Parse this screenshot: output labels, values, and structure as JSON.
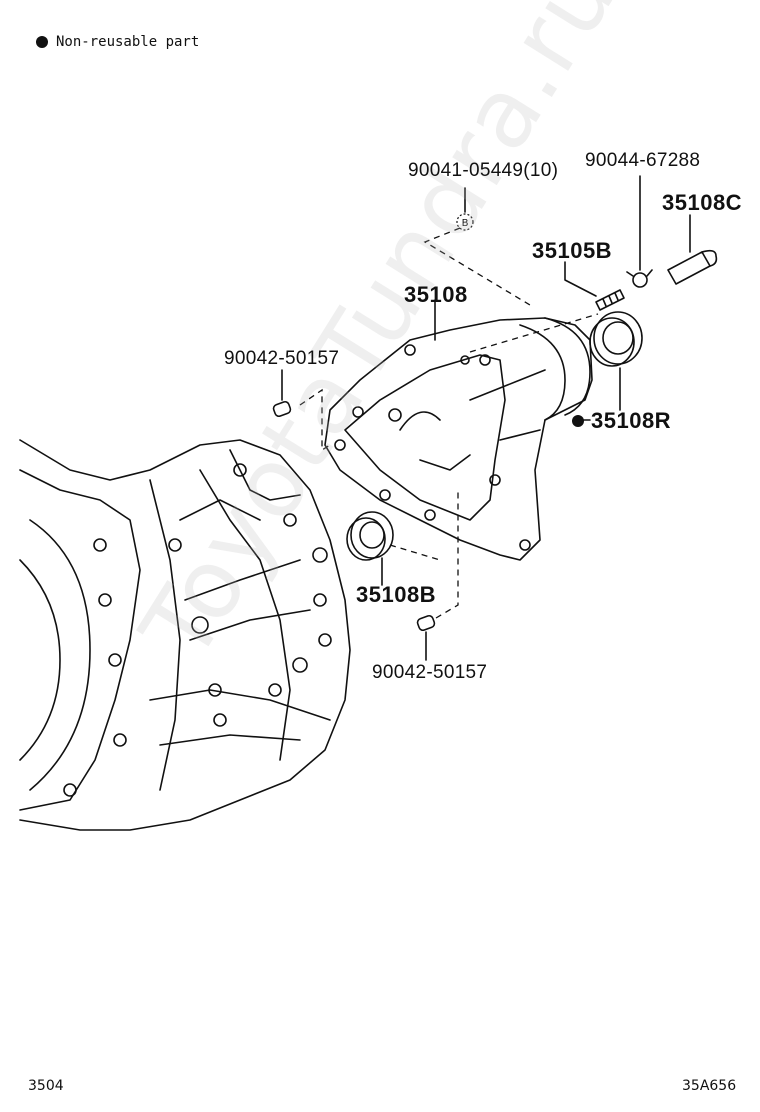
{
  "legend": {
    "text": "Non-reusable part"
  },
  "callouts": {
    "c1": "90041-05449(10)",
    "c2": "90044-67288",
    "c3": "35108C",
    "c4": "35105B",
    "c5": "35108",
    "c6": "90042-50157",
    "c7": "35108R",
    "c8": "35108B",
    "c9": "90042-50157",
    "ref_mark": "B"
  },
  "watermark": "ToyotaTundra.ru",
  "footer": {
    "left": "3504",
    "right": "35A656"
  }
}
